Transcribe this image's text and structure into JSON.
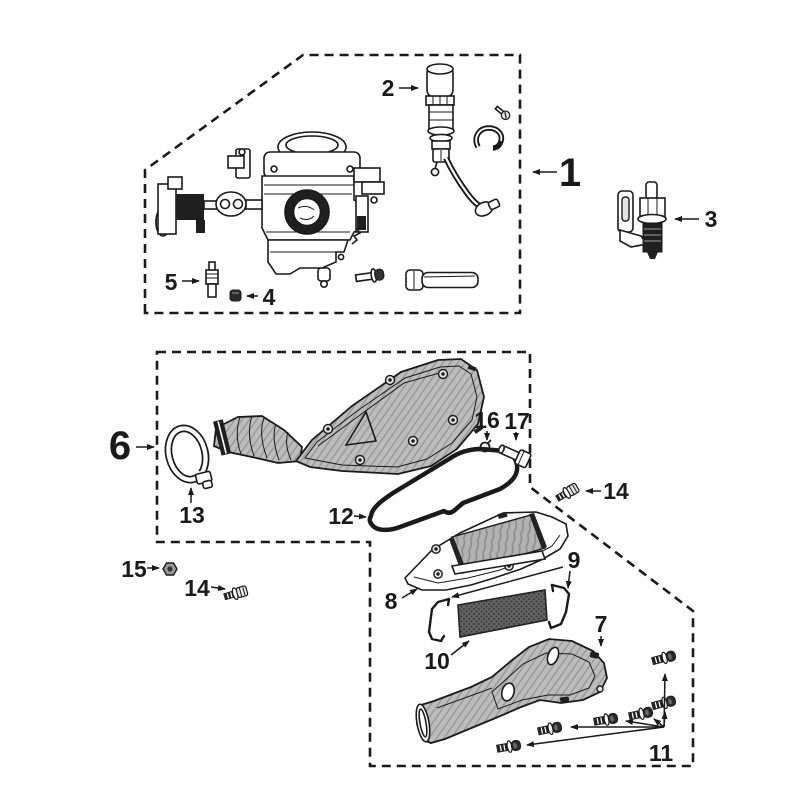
{
  "figure": {
    "type": "exploded-parts-diagram",
    "subject": "carburettor and air filter assembly",
    "colors": {
      "background": "#ffffff",
      "line": "#1a1a1a",
      "panel_fill": "#bdbdbd",
      "panel_hatch": "#959595",
      "filter_fill": "#b2b2b2",
      "filter_stripe": "#8a8a8a",
      "element_dark": "#636363",
      "element_dot": "#3a3a3a",
      "metal_dark": "#1f1f1f"
    }
  },
  "callouts": {
    "n1": "1",
    "n2": "2",
    "n3": "3",
    "n4": "4",
    "n5": "5",
    "n6": "6",
    "n7": "7",
    "n8": "8",
    "n9": "9",
    "n10": "10",
    "n11": "11",
    "n12": "12",
    "n13": "13",
    "n14": "14",
    "n15": "15",
    "n16": "16",
    "n17": "17"
  }
}
